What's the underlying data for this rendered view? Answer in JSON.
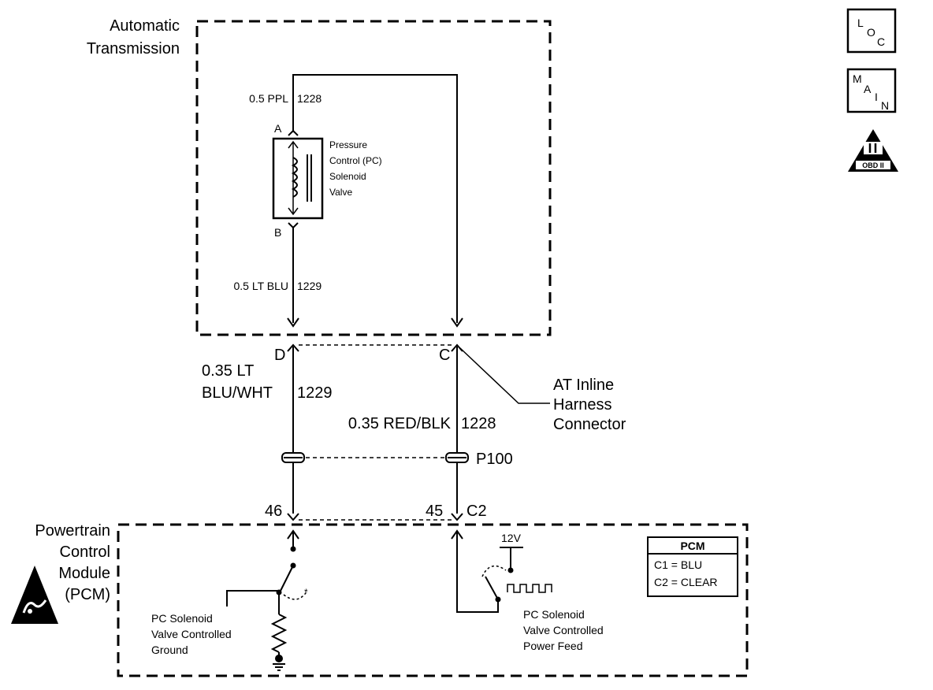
{
  "modules": {
    "transmission_label": [
      "Automatic",
      "Transmission"
    ],
    "pcm_label": [
      "Powertrain",
      "Control",
      "Module",
      "(PCM)"
    ]
  },
  "wires": {
    "ppl": "0.5 PPL",
    "ppl_circuit": "1228",
    "lt_blu": "0.5 LT BLU",
    "lt_blu_circuit": "1229",
    "lt_blu_wht": [
      "0.35 LT",
      "BLU/WHT"
    ],
    "lt_blu_wht_circuit": "1229",
    "red_blk": "0.35 RED/BLK",
    "red_blk_circuit": "1228"
  },
  "solenoid": {
    "label": [
      "Pressure",
      "Control (PC)",
      "Solenoid",
      "Valve"
    ],
    "pin_a": "A",
    "pin_b": "B"
  },
  "connector": {
    "pin_d": "D",
    "pin_c": "C",
    "label": [
      "AT Inline",
      "Harness",
      "Connector"
    ],
    "splice": "P100",
    "pin_46": "46",
    "pin_45": "45",
    "c2": "C2"
  },
  "pcm_internal": {
    "voltage": "12V",
    "ground_label": [
      "PC Solenoid",
      "Valve Controlled",
      "Ground"
    ],
    "power_label": [
      "PC Solenoid",
      "Valve Controlled",
      "Power Feed"
    ],
    "legend_title": "PCM",
    "legend_c1": "C1 = BLU",
    "legend_c2": "C2 = CLEAR"
  },
  "icons": {
    "loc": [
      "L",
      "O",
      "C"
    ],
    "main": [
      "M",
      "A",
      "I",
      "N"
    ],
    "obd": "OBD II"
  }
}
